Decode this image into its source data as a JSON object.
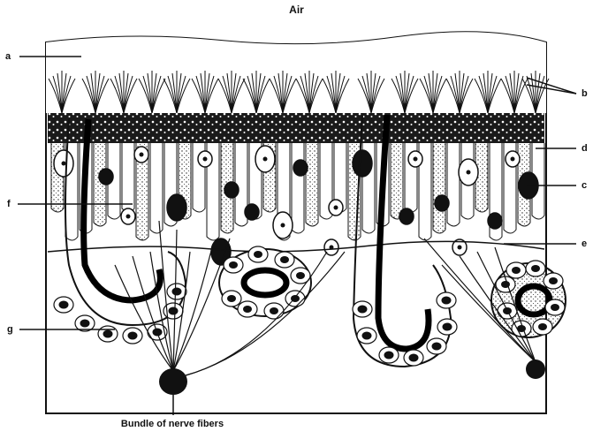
{
  "title": "Air",
  "caption": "Bundle of nerve fibers",
  "labels": {
    "a": "a",
    "b": "b",
    "d": "d",
    "c": "c",
    "e": "e",
    "f": "f",
    "g": "g"
  }
}
